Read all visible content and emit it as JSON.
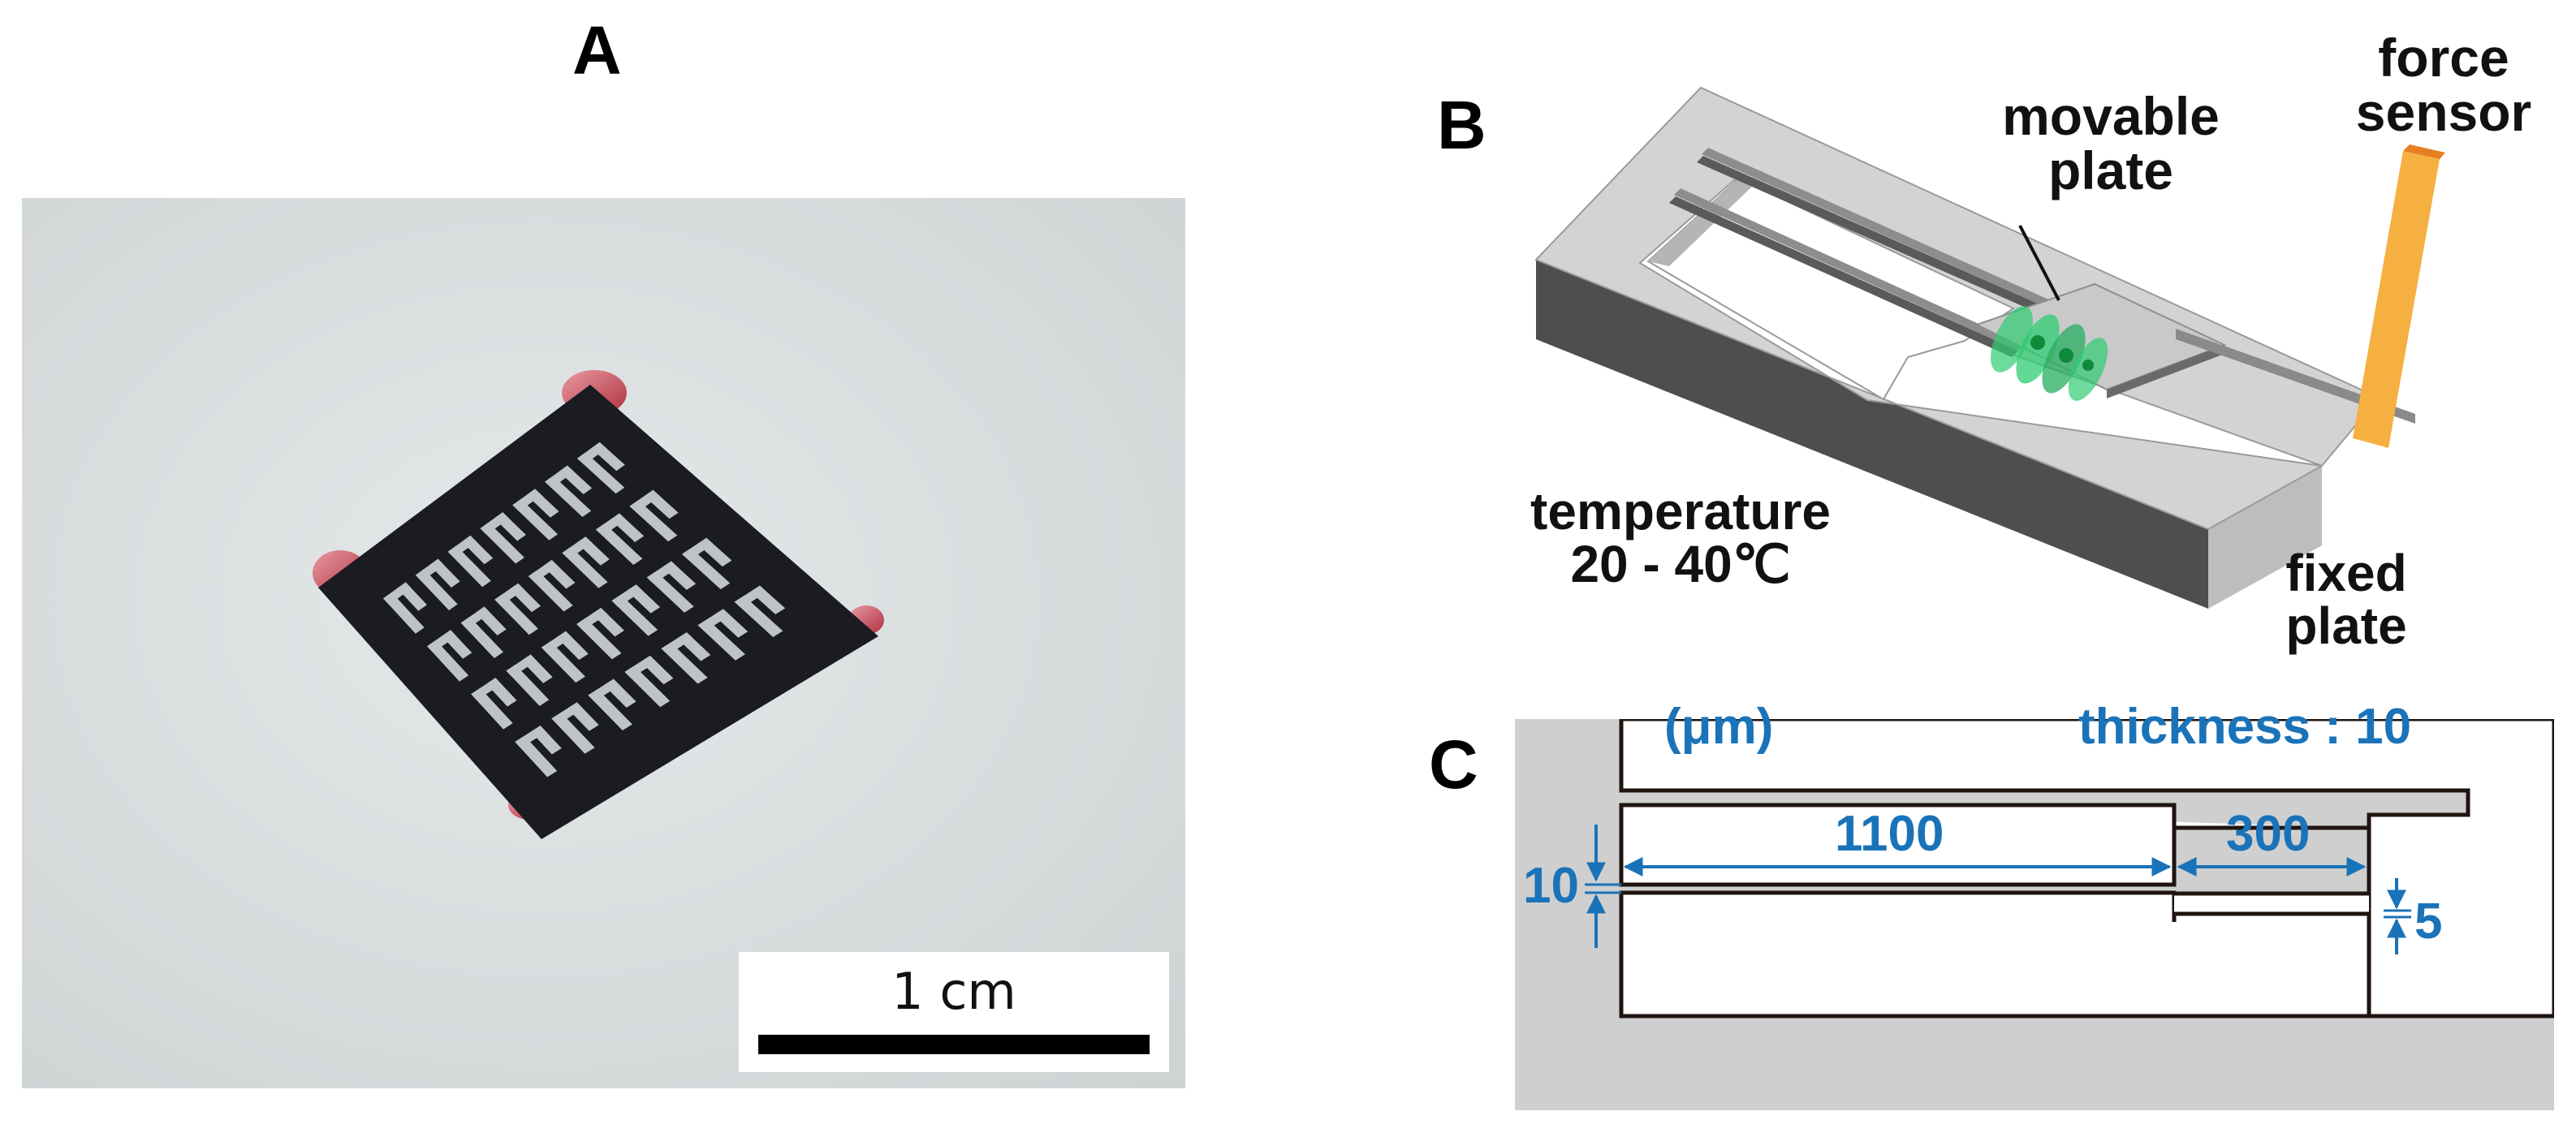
{
  "panels": {
    "a": {
      "letter": "A",
      "scale_bar_label": "1 cm"
    },
    "b": {
      "letter": "B",
      "labels": {
        "movable_plate": [
          "movable",
          "plate"
        ],
        "force_sensor": [
          "force",
          "sensor"
        ],
        "temperature": [
          "temperature",
          "20 - 40℃"
        ],
        "fixed_plate": [
          "fixed",
          "plate"
        ]
      }
    },
    "c": {
      "letter": "C",
      "unit": "(μm)",
      "thickness": "thickness : 10",
      "dim_long": "1100",
      "dim_short": "300",
      "dim_gap": "10",
      "dim_narrow": "5"
    }
  },
  "colors": {
    "dimension_blue": "#1a73b8",
    "gray_frame": "#cfcfcf",
    "sensor_orange": "#f5b041",
    "cell_green": "#2ecc71",
    "specimen_black": "#1a1c22"
  }
}
